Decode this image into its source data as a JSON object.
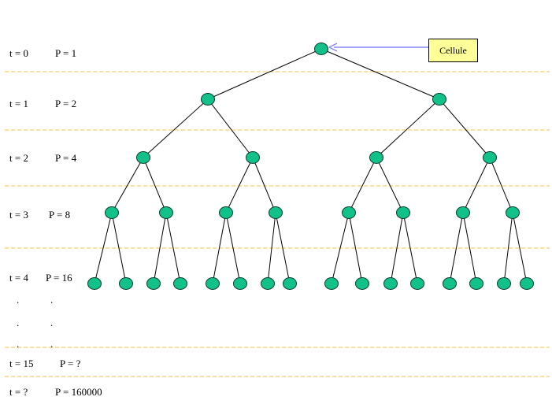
{
  "rows": [
    {
      "t": "t = 0",
      "p": "P = 1"
    },
    {
      "t": "t = 1",
      "p": "P = 2"
    },
    {
      "t": "t = 2",
      "p": "P = 4"
    },
    {
      "t": "t = 3",
      "p": "P = 8"
    },
    {
      "t": "t = 4",
      "p": "P = 16"
    },
    {
      "t": "t = 15",
      "p": "P = ?"
    },
    {
      "t": "t = ?",
      "p": "P = 160000"
    }
  ],
  "callout": {
    "label": "Cellule"
  },
  "ellipsis": ".",
  "colors": {
    "node_fill": "#12c08a",
    "node_stroke": "#0b3d2c",
    "edge": "#000000",
    "separator": "#f5c04a",
    "arrow": "#8888ee",
    "callout_bg": "#ffff99"
  },
  "tree": {
    "levels": 5,
    "branching": 2
  }
}
